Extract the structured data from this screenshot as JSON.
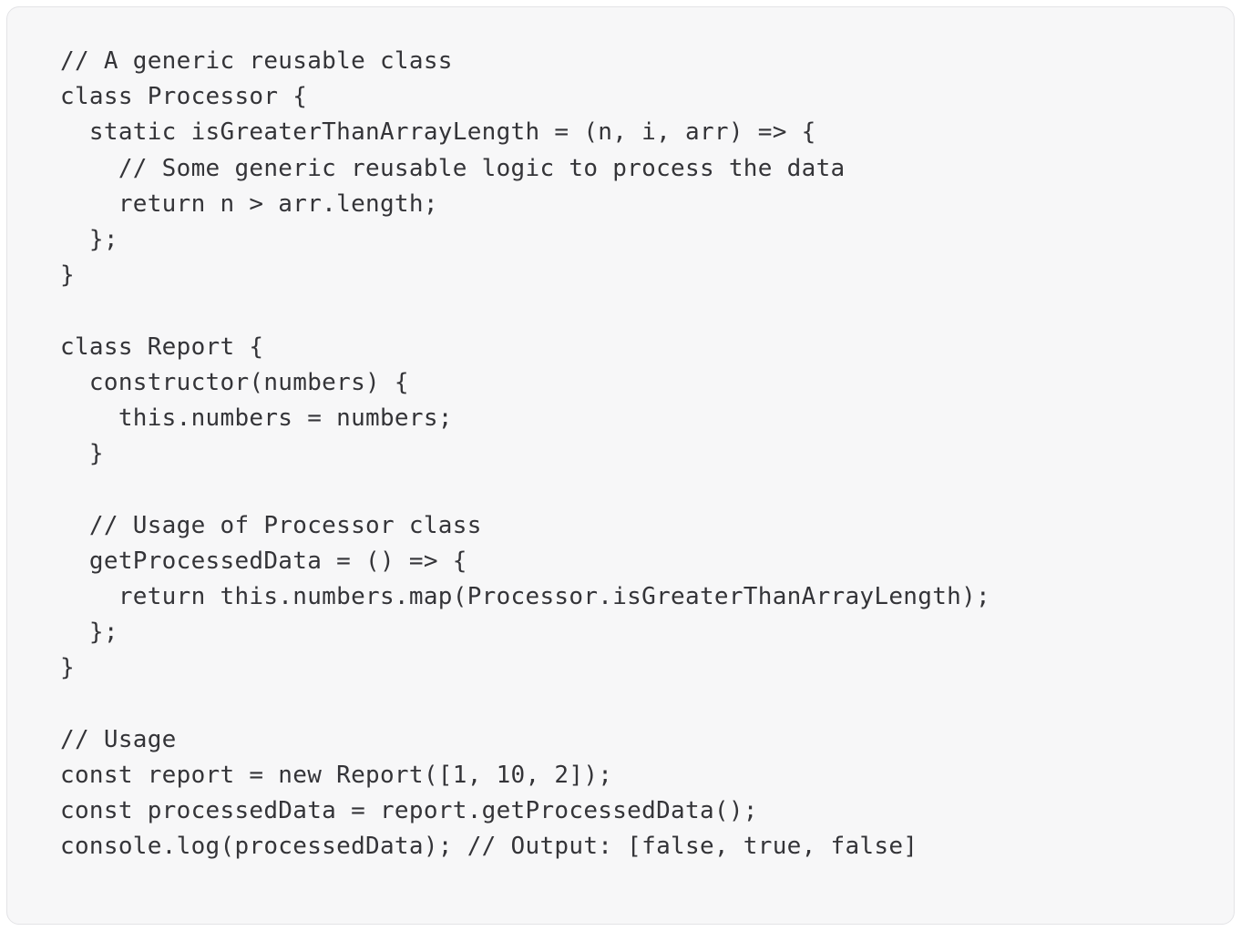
{
  "code": {
    "lines": [
      "// A generic reusable class",
      "class Processor {",
      "  static isGreaterThanArrayLength = (n, i, arr) => {",
      "    // Some generic reusable logic to process the data",
      "    return n > arr.length;",
      "  };",
      "}",
      "",
      "class Report {",
      "  constructor(numbers) {",
      "    this.numbers = numbers;",
      "  }",
      "",
      "  // Usage of Processor class",
      "  getProcessedData = () => {",
      "    return this.numbers.map(Processor.isGreaterThanArrayLength);",
      "  };",
      "}",
      "",
      "// Usage",
      "const report = new Report([1, 10, 2]);",
      "const processedData = report.getProcessedData();",
      "console.log(processedData); // Output: [false, true, false]"
    ]
  }
}
